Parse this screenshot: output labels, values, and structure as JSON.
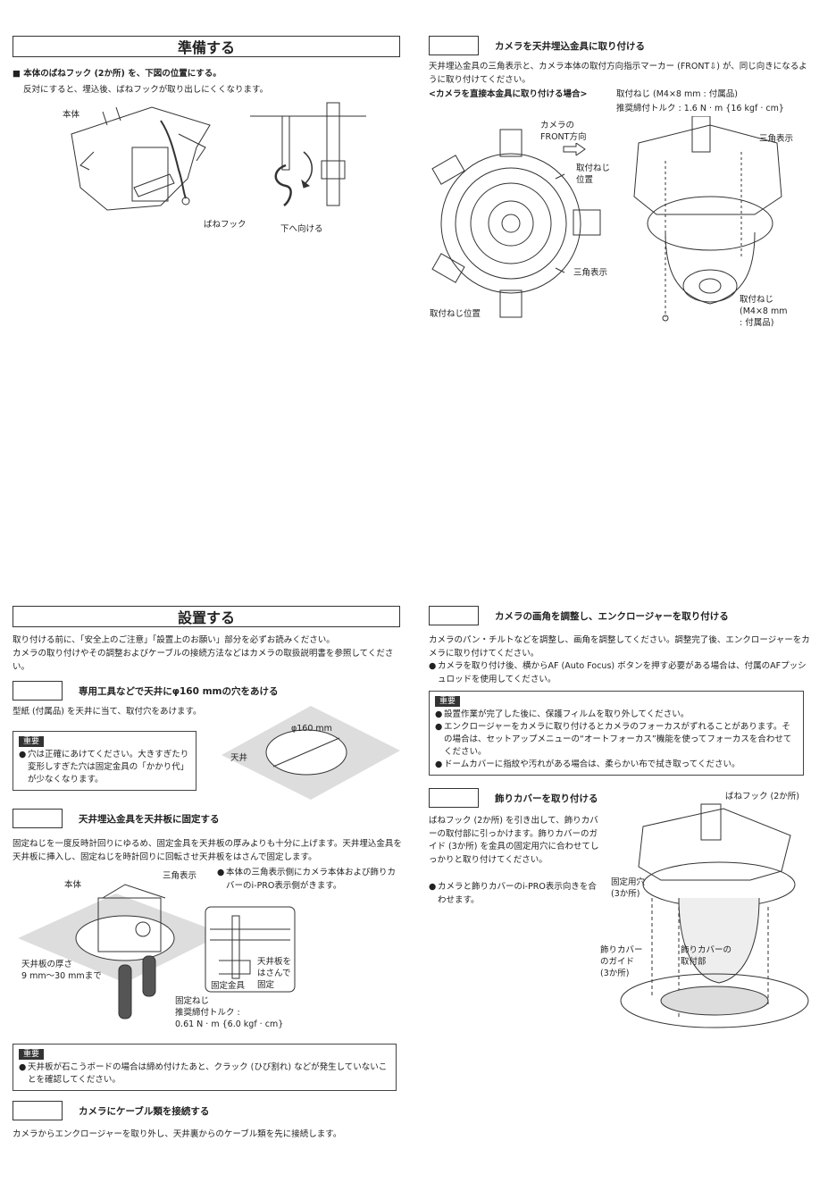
{
  "prep": {
    "title": "準備する",
    "hook_heading": "■ 本体のばねフック (2か所) を、下図の位置にする。",
    "hook_note": "反対にすると、埋込後、ばねフックが取り出しにくくなります。",
    "lbl_body": "本体",
    "lbl_hook": "ばねフック",
    "lbl_down": "下へ向ける"
  },
  "mount_cam": {
    "title": "カメラを天井埋込金具に取り付ける",
    "desc": "天井埋込金具の三角表示と、カメラ本体の取付方向指示マーカー (FRONT⇩) が、同じ向きになるように取り付けてください。",
    "direct": "<カメラを直接本金具に取り付ける場合>",
    "screw": "取付ねじ (M4×8 mm : 付属品)",
    "torque": "推奨締付トルク : 1.6 N · m {16 kgf · cm}",
    "lbl_front1": "カメラの",
    "lbl_front2": "FRONT方向",
    "lbl_screwpos1": "取付ねじ",
    "lbl_screwpos2": "位置",
    "lbl_tri": "三角表示",
    "lbl_tri2": "三角表示",
    "lbl_screwpos_b": "取付ねじ位置",
    "lbl_screw_r1": "取付ねじ",
    "lbl_screw_r2": "(M4×8 mm",
    "lbl_screw_r3": ": 付属品)"
  },
  "install": {
    "title": "設置する",
    "intro1": "取り付ける前に、「安全上のご注意」「設置上のお願い」部分を必ずお読みください。",
    "intro2": "カメラの取り付けやその調整およびケーブルの接続方法などはカメラの取扱説明書を参照してください。",
    "step1_title": "専用工具などで天井にφ160 mmの穴をあける",
    "step1_desc": "型紙 (付属品) を天井に当て、取付穴をあけます。",
    "step1_tag": "重要",
    "step1_note": "穴は正確にあけてください。大きすぎたり変形しすぎた穴は固定金具の「かかり代」が少なくなります。",
    "lbl_phi": "φ160 mm",
    "lbl_ceiling": "天井",
    "step2_title": "天井埋込金具を天井板に固定する",
    "step2_desc": "固定ねじを一度反時計回りにゆるめ、固定金具を天井板の厚みよりも十分に上げます。天井埋込金具を天井板に挿入し、固定ねじを時計回りに回転させ天井板をはさんで固定します。",
    "step2_bullet": "本体の三角表示側にカメラ本体および飾りカバーのi-PRO表示側がきます。",
    "lbl_tri": "三角表示",
    "lbl_body": "本体",
    "lbl_thick1": "天井板の厚さ",
    "lbl_thick2": "9 mm～30 mmまで",
    "lbl_bracket": "固定金具",
    "lbl_clamp1": "天井板を",
    "lbl_clamp2": "はさんで",
    "lbl_clamp3": "固定",
    "lbl_fixscrew1": "固定ねじ",
    "lbl_fixscrew2": "推奨締付トルク :",
    "lbl_fixscrew3": "0.61 N · m {6.0 kgf · cm}",
    "step2_tag": "重要",
    "step2_note": "天井板が石こうボードの場合は締め付けたあと、クラック (ひび割れ) などが発生していないことを確認してください。",
    "step3_title": "カメラにケーブル類を接続する",
    "step3_desc": "カメラからエンクロージャーを取り外し、天井裏からのケーブル類を先に接続します。"
  },
  "adjust": {
    "title": "カメラの画角を調整し、エンクロージャーを取り付ける",
    "desc": "カメラのパン・チルトなどを調整し、画角を調整してください。調整完了後、エンクロージャーをカメラに取り付けてください。",
    "bullet": "カメラを取り付け後、横からAF (Auto Focus) ボタンを押す必要がある場合は、付属のAFプッシュロッドを使用してください。",
    "tag": "重要",
    "notes": [
      "設置作業が完了した後に、保護フィルムを取り外してください。",
      "エンクロージャーをカメラに取り付けるとカメラのフォーカスがずれることがあります。その場合は、セットアップメニューの“オートフォーカス”機能を使ってフォーカスを合わせてください。",
      "ドームカバーに指紋や汚れがある場合は、柔らかい布で拭き取ってください。"
    ]
  },
  "cover": {
    "title": "飾りカバーを取り付ける",
    "desc": "ばねフック (2か所) を引き出して、飾りカバーの取付部に引っかけます。飾りカバーのガイド (3か所) を金具の固定用穴に合わせてしっかりと取り付けてください。",
    "bullet": "カメラと飾りカバーのi-PRO表示向きを合わせます。",
    "lbl_hook": "ばねフック (2か所)",
    "lbl_hole1": "固定用穴",
    "lbl_hole2": "(3か所)",
    "lbl_guide1": "飾りカバー",
    "lbl_guide2": "のガイド",
    "lbl_guide3": "(3か所)",
    "lbl_mount1": "飾りカバーの",
    "lbl_mount2": "取付部"
  }
}
